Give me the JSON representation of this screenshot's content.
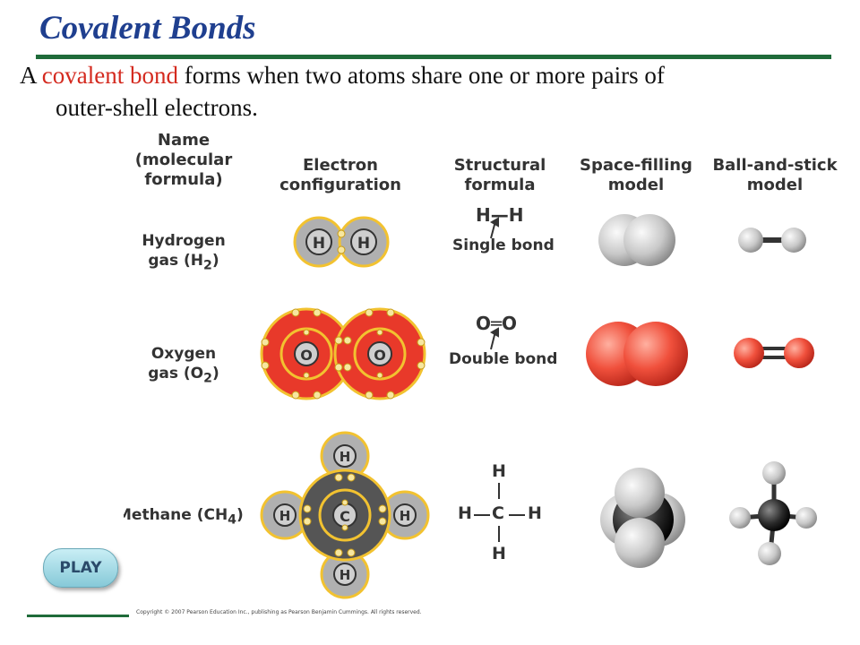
{
  "slide": {
    "title": "Covalent Bonds",
    "intro_before": "A ",
    "intro_highlight": "covalent bond",
    "intro_after": " forms when two atoms share one or more pairs of",
    "intro_line2": "outer-shell electrons."
  },
  "headers": {
    "name": [
      "Name",
      "(molecular",
      "formula)"
    ],
    "electron": [
      "Electron",
      "configuration"
    ],
    "structural": [
      "Structural",
      "formula"
    ],
    "space": [
      "Space-filling",
      "model"
    ],
    "ball": [
      "Ball-and-stick",
      "model"
    ]
  },
  "rows": {
    "hydrogen": {
      "name1": "Hydrogen",
      "name2": "gas (H",
      "sub": "2",
      "close": ")",
      "formula": "H—H",
      "bond": "Single bond",
      "atom": "H"
    },
    "oxygen": {
      "name1": "Oxygen",
      "name2": "gas (O",
      "sub": "2",
      "close": ")",
      "formula": "O═O",
      "bond": "Double bond",
      "atom": "O"
    },
    "methane": {
      "name": "Methane (CH",
      "sub": "4",
      "close": ")",
      "atom_c": "C",
      "atom_h": "H"
    }
  },
  "play_button": "PLAY",
  "copyright": "Copyright © 2007 Pearson Education Inc., publishing as Pearson Benjamin Cummings. All rights reserved.",
  "colors": {
    "title": "#1f3f8f",
    "rule": "#1f6b3a",
    "highlight": "#d42a1f",
    "oxygen": "#e8392a",
    "electron_shell": "#f2c230"
  }
}
